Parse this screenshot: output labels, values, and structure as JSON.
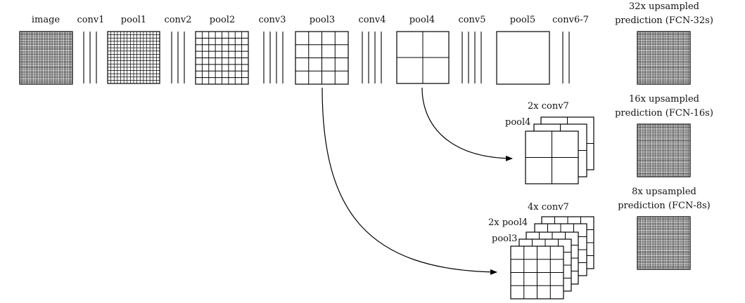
{
  "labels": {
    "image": "image",
    "conv1": "conv1",
    "pool1": "pool1",
    "conv2": "conv2",
    "pool2": "pool2",
    "conv3": "conv3",
    "pool3": "pool3",
    "conv4": "conv4",
    "pool4": "pool4",
    "conv5": "conv5",
    "pool5": "pool5",
    "conv67": "conv6-7"
  },
  "predictions": {
    "fcn32": {
      "line1": "32x upsampled",
      "line2": "prediction (FCN-32s)"
    },
    "fcn16": {
      "line1": "16x upsampled",
      "line2": "prediction (FCN-16s)"
    },
    "fcn8": {
      "line1": "8x upsampled",
      "line2": "prediction (FCN-8s)"
    }
  },
  "stack16": {
    "conv7": "2x conv7",
    "pool4": "pool4"
  },
  "stack8": {
    "conv7": "4x conv7",
    "pool4": "2x pool4",
    "pool3": "pool3"
  }
}
